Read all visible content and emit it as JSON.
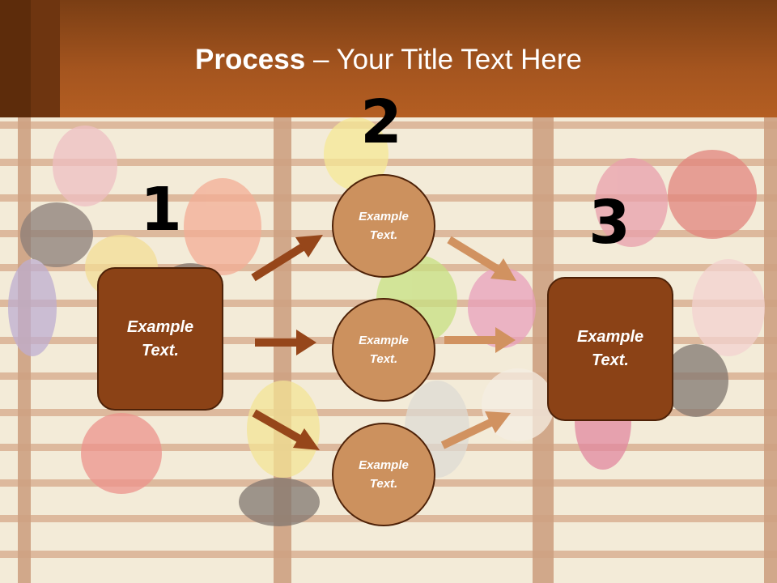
{
  "slide": {
    "title_bold": "Process",
    "title_rest": " – Your Title Text Here"
  },
  "steps": {
    "one": "1",
    "two": "2",
    "three": "3"
  },
  "left_box": {
    "text": "Example Text."
  },
  "right_box": {
    "text": "Example Text."
  },
  "circles": [
    {
      "text": "Example Text."
    },
    {
      "text": "Example Text."
    },
    {
      "text": "Example Text."
    }
  ],
  "colors": {
    "header": "#a5551f",
    "box_fill": "#8b4216",
    "circle_fill": "#cc915e",
    "outline": "#4e2208",
    "arrow_dark": "#96461a",
    "arrow_light": "#d19260"
  }
}
